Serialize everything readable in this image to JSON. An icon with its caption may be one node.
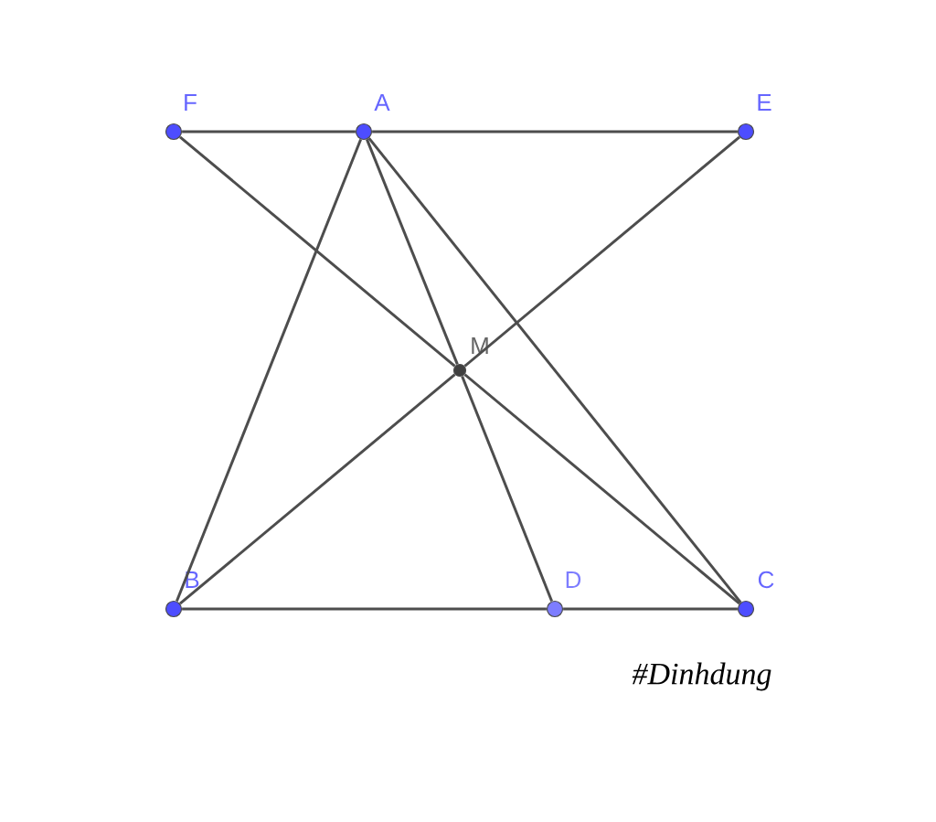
{
  "diagram": {
    "nodes": [
      {
        "text": [],
        "shape": "circle",
        "beside": [
          "F"
        ]
      },
      {
        "text": [],
        "shape": "circle",
        "beside": [
          "A"
        ]
      },
      {
        "text": [],
        "shape": "circle",
        "beside": [
          "E"
        ]
      },
      {
        "text": [],
        "shape": "circle",
        "beside": [
          "M"
        ]
      },
      {
        "text": [],
        "shape": "circle",
        "beside": [
          "B"
        ]
      },
      {
        "text": [],
        "shape": "circle",
        "beside": [
          "D"
        ]
      },
      {
        "text": [],
        "shape": "circle",
        "beside": [
          "C"
        ]
      }
    ],
    "edges": [
      {
        "from": 0,
        "to": 1,
        "arrow": "none"
      },
      {
        "from": 1,
        "to": 2,
        "arrow": "none"
      },
      {
        "from": 0,
        "to": 3,
        "arrow": "none"
      },
      {
        "from": 3,
        "to": 6,
        "arrow": "none"
      },
      {
        "from": 2,
        "to": 3,
        "arrow": "none"
      },
      {
        "from": 3,
        "to": 4,
        "arrow": "none"
      },
      {
        "from": 1,
        "to": 4,
        "arrow": "none"
      },
      {
        "from": 1,
        "to": 3,
        "arrow": "none"
      },
      {
        "from": 3,
        "to": 5,
        "arrow": "none"
      },
      {
        "from": 1,
        "to": 6,
        "arrow": "none"
      },
      {
        "from": 4,
        "to": 5,
        "arrow": "none"
      },
      {
        "from": 5,
        "to": 6,
        "arrow": "none"
      }
    ],
    "labels": [
      "#Dinhdung"
    ]
  }
}
